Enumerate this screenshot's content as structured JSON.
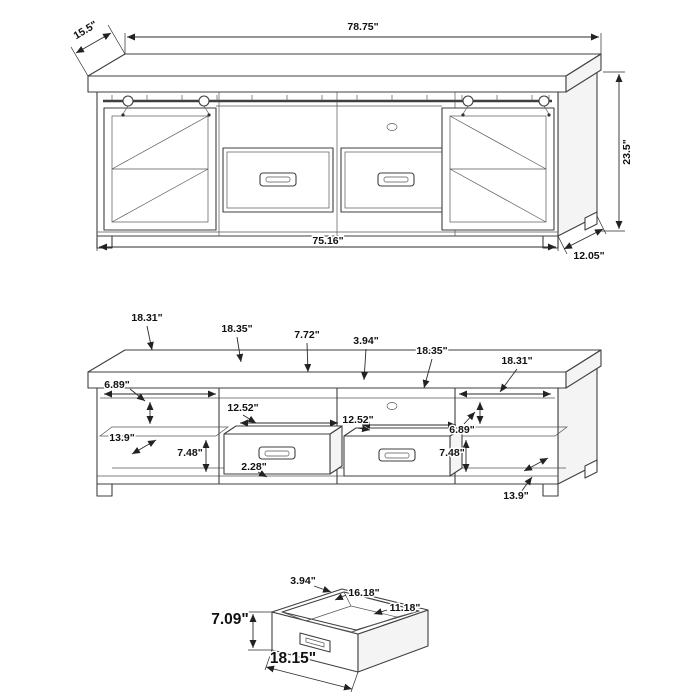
{
  "canvas": {
    "background": "#ffffff",
    "line_color": "#3f3f3f",
    "text_color": "#111111"
  },
  "views": {
    "perspective": {
      "overall_width": "78.75\"",
      "overall_depth": "15.5\"",
      "overall_height": "23.5\"",
      "interior_width": "75.16\"",
      "side_depth": "12.05\""
    },
    "interior": {
      "w_left": "18.31\"",
      "w_left_shelf": "18.35\"",
      "w_gap_upper": "7.72\"",
      "w_gap_small": "3.94\"",
      "w_right_shelf": "18.35\"",
      "w_right": "18.31\"",
      "h_cubby_left": "6.89\"",
      "w_drawer_left": "12.52\"",
      "w_drawer_right": "12.52\"",
      "h_cubby_right": "6.89\"",
      "d_shelf_left": "13.9\"",
      "h_lower_left": "7.48\"",
      "h_base": "2.28\"",
      "h_lower_right": "7.48\"",
      "d_shelf_right": "13.9\""
    },
    "drawer": {
      "back_height": "3.94\"",
      "inner_width": "16.18\"",
      "inner_depth": "11.18\"",
      "height": "7.09\"",
      "width": "18.15\""
    }
  }
}
